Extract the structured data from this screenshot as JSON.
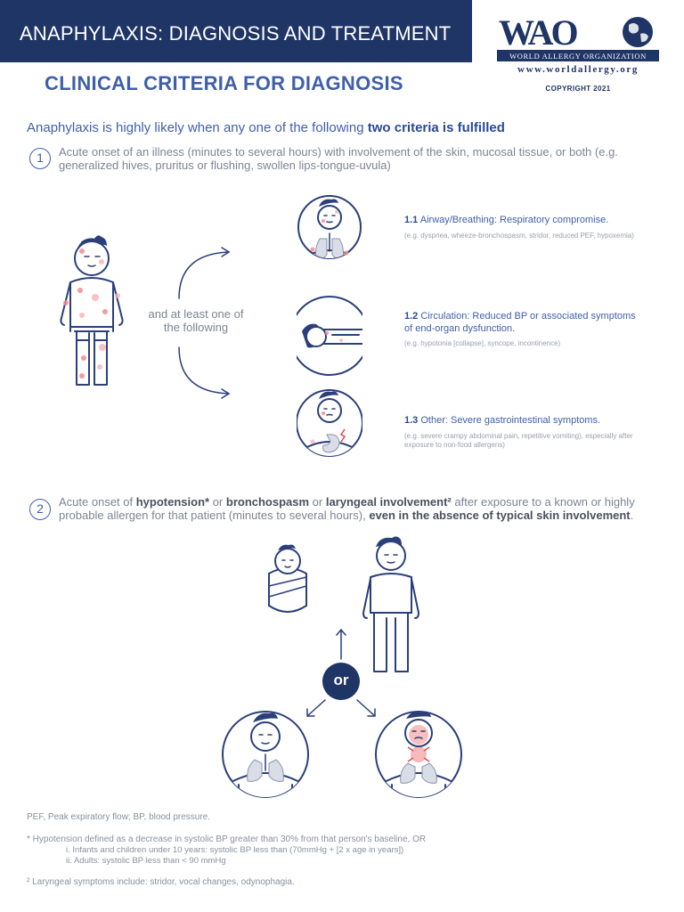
{
  "header": {
    "title": "ANAPHYLAXIS: DIAGNOSIS AND TREATMENT"
  },
  "logo": {
    "letters": "WAO",
    "org_name": "WORLD ALLERGY ORGANIZATION",
    "website": "www.worldallergy.org",
    "copyright": "COPYRIGHT 2021"
  },
  "section_heading": "CLINICAL CRITERIA FOR DIAGNOSIS",
  "intro": {
    "text": "Anaphylaxis is highly likely when any one of the following ",
    "emphasis": "two criteria is fulfilled"
  },
  "criterion_1": {
    "number": "1",
    "text": "Acute onset of an illness (minutes to several hours) with involvement of the skin, mucosal tissue, or both (e.g. generalized hives, pruritus or flushing, swollen lips-tongue-uvula)",
    "connector": "and at least one of the following",
    "sub_criteria": [
      {
        "number": "1.1",
        "title": "Airway/Breathing: Respiratory compromise.",
        "note": "(e.g. dyspnea, wheeze-bronchospasm, stridor, reduced PEF, hypoxemia)"
      },
      {
        "number": "1.2",
        "title": "Circulation: Reduced BP or associated symptoms of end-organ dysfunction.",
        "note": "(e.g. hypotonia [collapse], syncope, incontinence)"
      },
      {
        "number": "1.3",
        "title": "Other: Severe gastrointestinal symptoms.",
        "note": "(e.g. severe crampy abdominal pain, repetitive vomiting), especially after exposure to non-food allergens)"
      }
    ]
  },
  "criterion_2": {
    "number": "2",
    "t1": "Acute onset of ",
    "b1": "hypotension*",
    "t2": " or ",
    "b2": "bronchospasm",
    "t3": " or ",
    "b3": "laryngeal involvement²",
    "t4": " after exposure to a known or highly probable allergen for that patient (minutes to several hours), ",
    "b4": "even in the absence of typical skin involvement",
    "t5": ".",
    "or_label": "or"
  },
  "footnotes": {
    "abbreviations": "PEF, Peak expiratory flow; BP, blood pressure.",
    "hypotension": "* Hypotension defined as a decrease in systolic BP greater than 30% from that person's baseline, OR",
    "hypotension_i": "i.   Infants and children under 10 years: systolic BP less than (70mmHg + [2 x age in years])",
    "hypotension_ii": "ii.  Adults: systolic BP less than < 90 mmHg",
    "laryngeal": "² Laryngeal symptoms include: stridor, vocal changes, odynophagia."
  },
  "colors": {
    "navy": "#1f3566",
    "accent_blue": "#3f5fab",
    "text_gray": "#7d8494",
    "rash_red": "#f28b8b"
  }
}
